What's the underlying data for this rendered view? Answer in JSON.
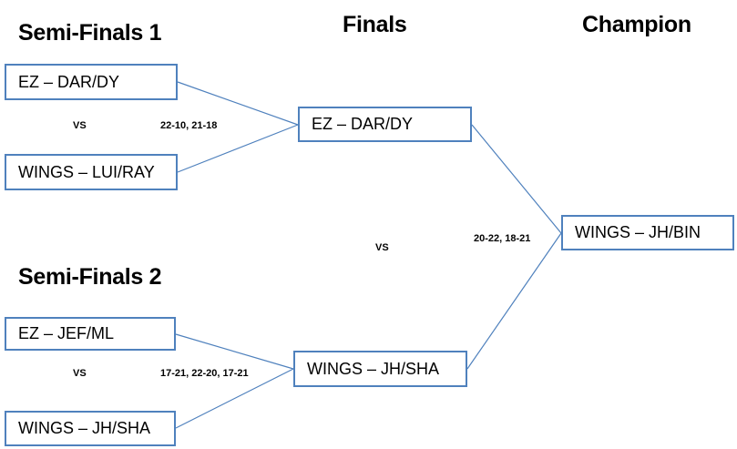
{
  "headings": {
    "semi_finals_1": "Semi-Finals 1",
    "semi_finals_2": "Semi-Finals 2",
    "finals": "Finals",
    "champion": "Champion"
  },
  "semi_finals_1": {
    "team_a": "EZ – DAR/DY",
    "team_b": "WINGS – LUI/RAY",
    "vs": "VS",
    "score": "22-10, 21-18"
  },
  "semi_finals_2": {
    "team_a": "EZ – JEF/ML",
    "team_b": "WINGS – JH/SHA",
    "vs": "VS",
    "score": "17-21, 22-20, 17-21"
  },
  "finals": {
    "team_a": "EZ – DAR/DY",
    "team_b": "WINGS – JH/SHA",
    "vs": "VS",
    "score": "20-22, 18-21"
  },
  "champion": {
    "team": "WINGS – JH/BIN"
  },
  "colors": {
    "box_border": "#4f81bd",
    "connector": "#4f81bd"
  }
}
